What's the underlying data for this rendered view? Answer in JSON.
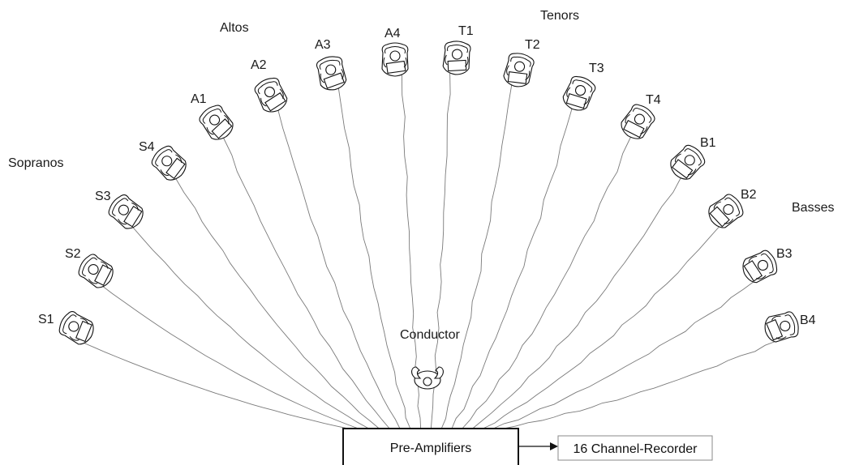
{
  "groups": {
    "sopranos": "Sopranos",
    "altos": "Altos",
    "tenors": "Tenors",
    "basses": "Basses"
  },
  "singers": [
    "S1",
    "S2",
    "S3",
    "S4",
    "A1",
    "A2",
    "A3",
    "A4",
    "T1",
    "T2",
    "T3",
    "T4",
    "B1",
    "B2",
    "B3",
    "B4"
  ],
  "conductor": "Conductor",
  "preamp": "Pre-Amplifiers",
  "recorder": "16 Channel-Recorder"
}
